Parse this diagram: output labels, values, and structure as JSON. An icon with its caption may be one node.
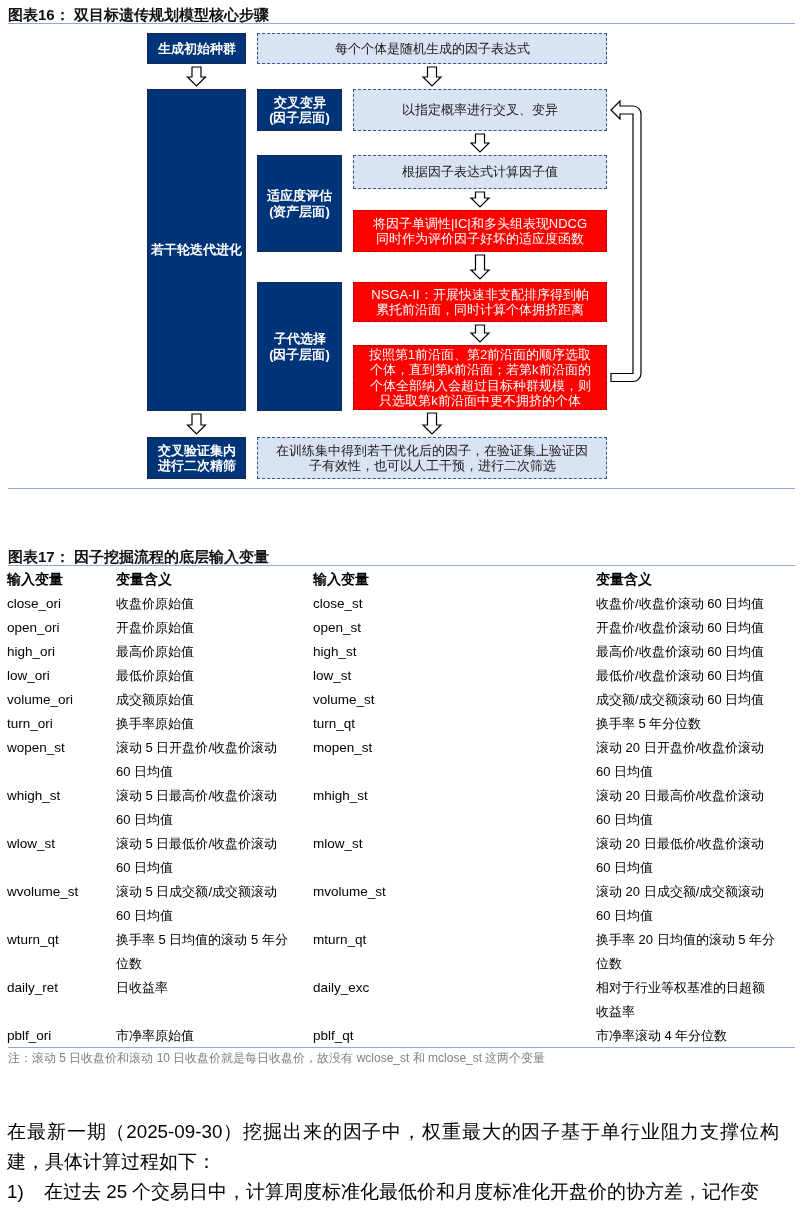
{
  "diagram": {
    "title": "图表16： 双目标遗传规划模型核心步骤",
    "nodes": [
      {
        "text": [
          "生成初始种群"
        ]
      },
      {
        "text": [
          "每个个体是随机生成的因子表达式"
        ]
      },
      {
        "text": [
          "若干轮迭代进化"
        ]
      },
      {
        "text": [
          "交叉变异",
          "(因子层面)"
        ]
      },
      {
        "text": [
          "以指定概率进行交叉、变异"
        ]
      },
      {
        "text": [
          "适应度评估",
          "(资产层面)"
        ]
      },
      {
        "text": [
          "根据因子表达式计算因子值"
        ]
      },
      {
        "text": [
          "将因子单调性|IC|和多头组表现NDCG同时作为评价因子好坏的适应度函数"
        ]
      },
      {
        "text": [
          "子代选择",
          "(因子层面)"
        ]
      },
      {
        "text": [
          "NSGA-II：开展快速非支配排序得到帕累托前沿面，同时计算个体拥挤距离"
        ]
      },
      {
        "text": [
          "按照第1前沿面、第2前沿面的顺序选取个体，直到第k前沿面；若第k前沿面的个体全部纳入会超过目标种群规模，则只选取第k前沿面中更不拥挤的个体"
        ]
      },
      {
        "text": [
          "交叉验证集内进行二次精筛"
        ]
      },
      {
        "text": [
          "在训练集中得到若干优化后的因子，在验证集上验证因子有效性，也可以人工干预，进行二次筛选"
        ]
      }
    ],
    "edges": [
      {
        "from": 0,
        "to": 2,
        "arrow": "to"
      },
      {
        "from": 1,
        "to": 4,
        "arrow": "to"
      },
      {
        "from": 4,
        "to": 6,
        "arrow": "to"
      },
      {
        "from": 6,
        "to": 7,
        "arrow": "to"
      },
      {
        "from": 7,
        "to": 9,
        "arrow": "to"
      },
      {
        "from": 9,
        "to": 10,
        "arrow": "to"
      },
      {
        "from": 10,
        "to": 4,
        "arrow": "to"
      },
      {
        "from": 2,
        "to": 11,
        "arrow": "to"
      },
      {
        "from": 10,
        "to": 12,
        "arrow": "to"
      }
    ],
    "labels": [
      "图表17： 因子挖掘流程的底层输入变量",
      "输入变量",
      "变量含义",
      "输入变量",
      "变量含义",
      "close_ori",
      "收盘价原始值",
      "close_st",
      "收盘价/收盘价滚动 60 日均值",
      "open_ori",
      "开盘价原始值",
      "open_st",
      "开盘价/收盘价滚动 60 日均值",
      "high_ori",
      "最高价原始值",
      "high_st",
      "最高价/收盘价滚动 60 日均值",
      "low_ori",
      "最低价原始值",
      "low_st",
      "最低价/收盘价滚动 60 日均值",
      "volume_ori",
      "成交额原始值",
      "volume_st",
      "成交额/成交额滚动 60 日均值",
      "turn_ori",
      "换手率原始值",
      "turn_qt",
      "换手率 5 年分位数",
      "wopen_st",
      "滚动 5 日开盘价/收盘价滚动 60 日均值",
      "mopen_st",
      "滚动 20 日开盘价/收盘价滚动 60 日均值",
      "whigh_st",
      "滚动 5 日最高价/收盘价滚动 60 日均值",
      "mhigh_st",
      "滚动 20 日最高价/收盘价滚动 60 日均值",
      "wlow_st",
      "滚动 5 日最低价/收盘价滚动 60 日均值",
      "mlow_st",
      "滚动 20 日最低价/收盘价滚动 60 日均值",
      "wvolume_st",
      "滚动 5 日成交额/成交额滚动 60 日均值",
      "mvolume_st",
      "滚动 20 日成交额/成交额滚动 60 日均值",
      "wturn_qt",
      "换手率 5 日均值的滚动 5 年分位数",
      "mturn_qt",
      "换手率 20 日均值的滚动 5 年分位数",
      "daily_ret",
      "日收益率",
      "daily_exc",
      "相对于行业等权基准的日超额收益率",
      "pblf_ori",
      "市净率原始值",
      "pblf_qt",
      "市净率滚动 4 年分位数",
      "注：滚动 5 日收盘价和滚动 10 日收盘价就是每日收盘价，故没有 wclose_st 和 mclose_st 这两个变量",
      "在最新一期（2025-09-30）挖掘出来的因子中，权重最大的因子基于单行业阻力支撑位构建，具体计算过程如下：",
      "1)",
      "在过去 25 个交易日中，计算周度标准化最低价和月度标准化开盘价的协方差，记作变"
    ]
  }
}
